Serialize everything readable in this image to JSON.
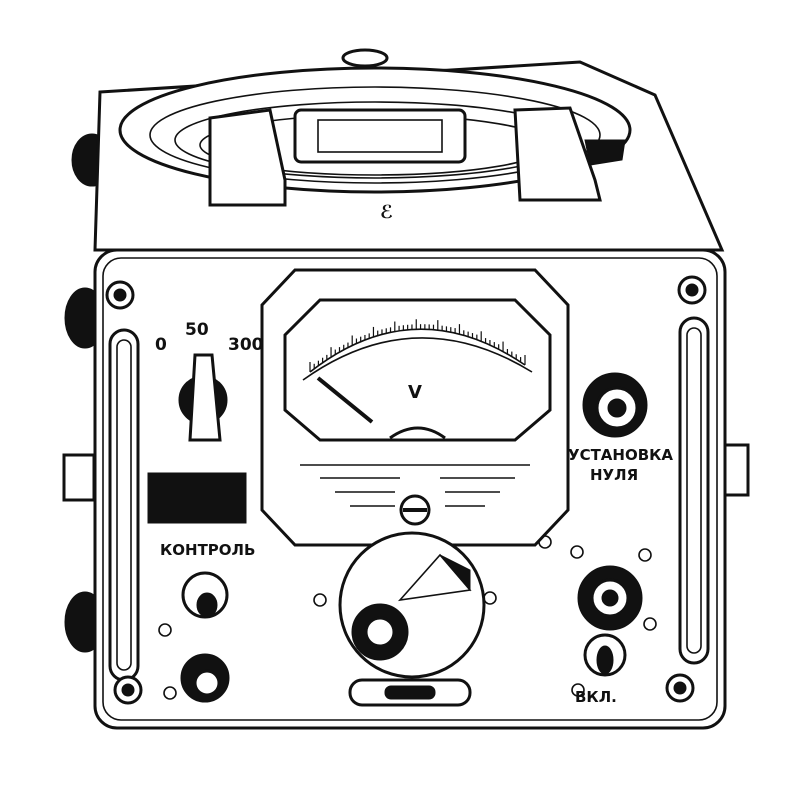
{
  "device": {
    "range_switch": {
      "labels": [
        "0",
        "50",
        "300"
      ]
    },
    "meter": {
      "unit_label": "V"
    },
    "control_label": "КОНТРОЛЬ",
    "zero_adjust_label_line1": "УСТАНОВКА",
    "zero_adjust_label_line2": "НУЛЯ",
    "power_label": "ВКЛ."
  },
  "colors": {
    "ink": "#111111",
    "paper": "#ffffff"
  }
}
